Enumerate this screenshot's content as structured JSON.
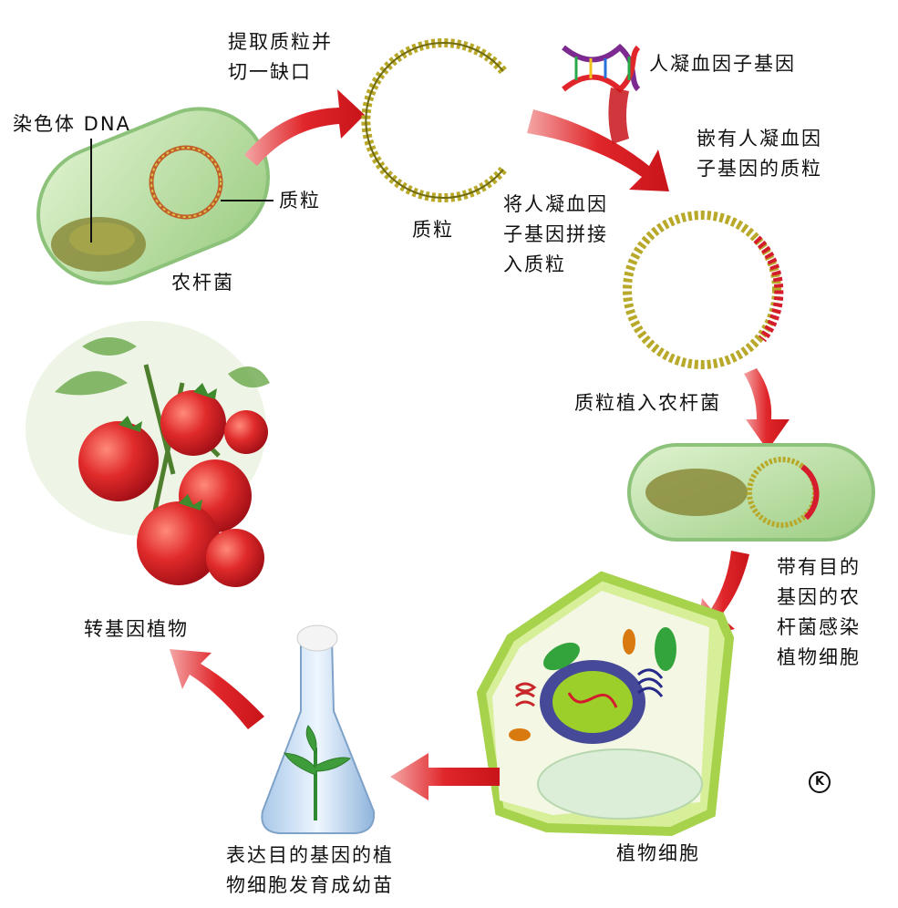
{
  "labels": {
    "chromosome_dna": "染色体 DNA",
    "plasmid_in_cell": "质粒",
    "agrobacterium": "农杆菌",
    "extract_plasmid": "提取质粒并\n切一缺口",
    "plasmid": "质粒",
    "human_clotting_gene": "人凝血因子基因",
    "plasmid_with_gene": "嵌有人凝血因\n子基因的质粒",
    "splice_gene": "将人凝血因\n子基因拼接\n入质粒",
    "implant_plasmid": "质粒植入农杆菌",
    "infect_plant": "带有目的\n基因的农\n杆菌感染\n植物细胞",
    "plant_cell": "植物细胞",
    "seedling": "表达目的基因的植\n物细胞发育成幼苗",
    "transgenic_plant": "转基因植物"
  },
  "symbol": "K",
  "colors": {
    "arrow_red": "#d8191c",
    "cell_green": "#bfe4a6",
    "plasmid_gold": "#b9a92a",
    "gene_red": "#d41c2c",
    "tomato_red": "#d9262b"
  }
}
